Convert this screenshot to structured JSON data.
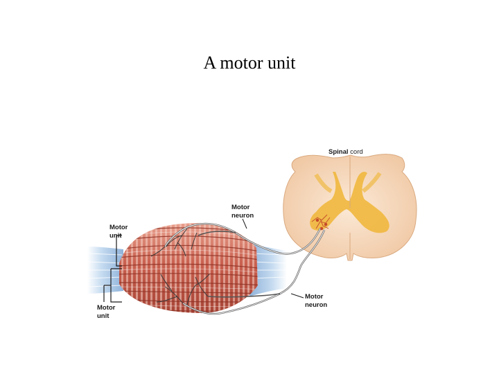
{
  "slide": {
    "title": "A motor unit"
  },
  "diagram": {
    "labels": {
      "spinal_cord_bold": "Spinal",
      "spinal_cord_rest": " cord",
      "motor_neuron_top_line1": "Motor",
      "motor_neuron_top_line2": "neuron",
      "motor_neuron_bottom_line1": "Motor",
      "motor_neuron_bottom_line2": "neuron",
      "motor_unit_top_line1": "Motor",
      "motor_unit_top_line2": "unit",
      "motor_unit_bottom_line1": "Motor",
      "motor_unit_bottom_line2": "unit"
    },
    "colors": {
      "muscle_fiber": "#c9604f",
      "muscle_highlight": "#f3d2c6",
      "tendon": "#a9c6e6",
      "spinal_white_matter": "#f6dcc1",
      "spinal_grey_matter": "#f0b945",
      "nerve": "#444444"
    }
  }
}
